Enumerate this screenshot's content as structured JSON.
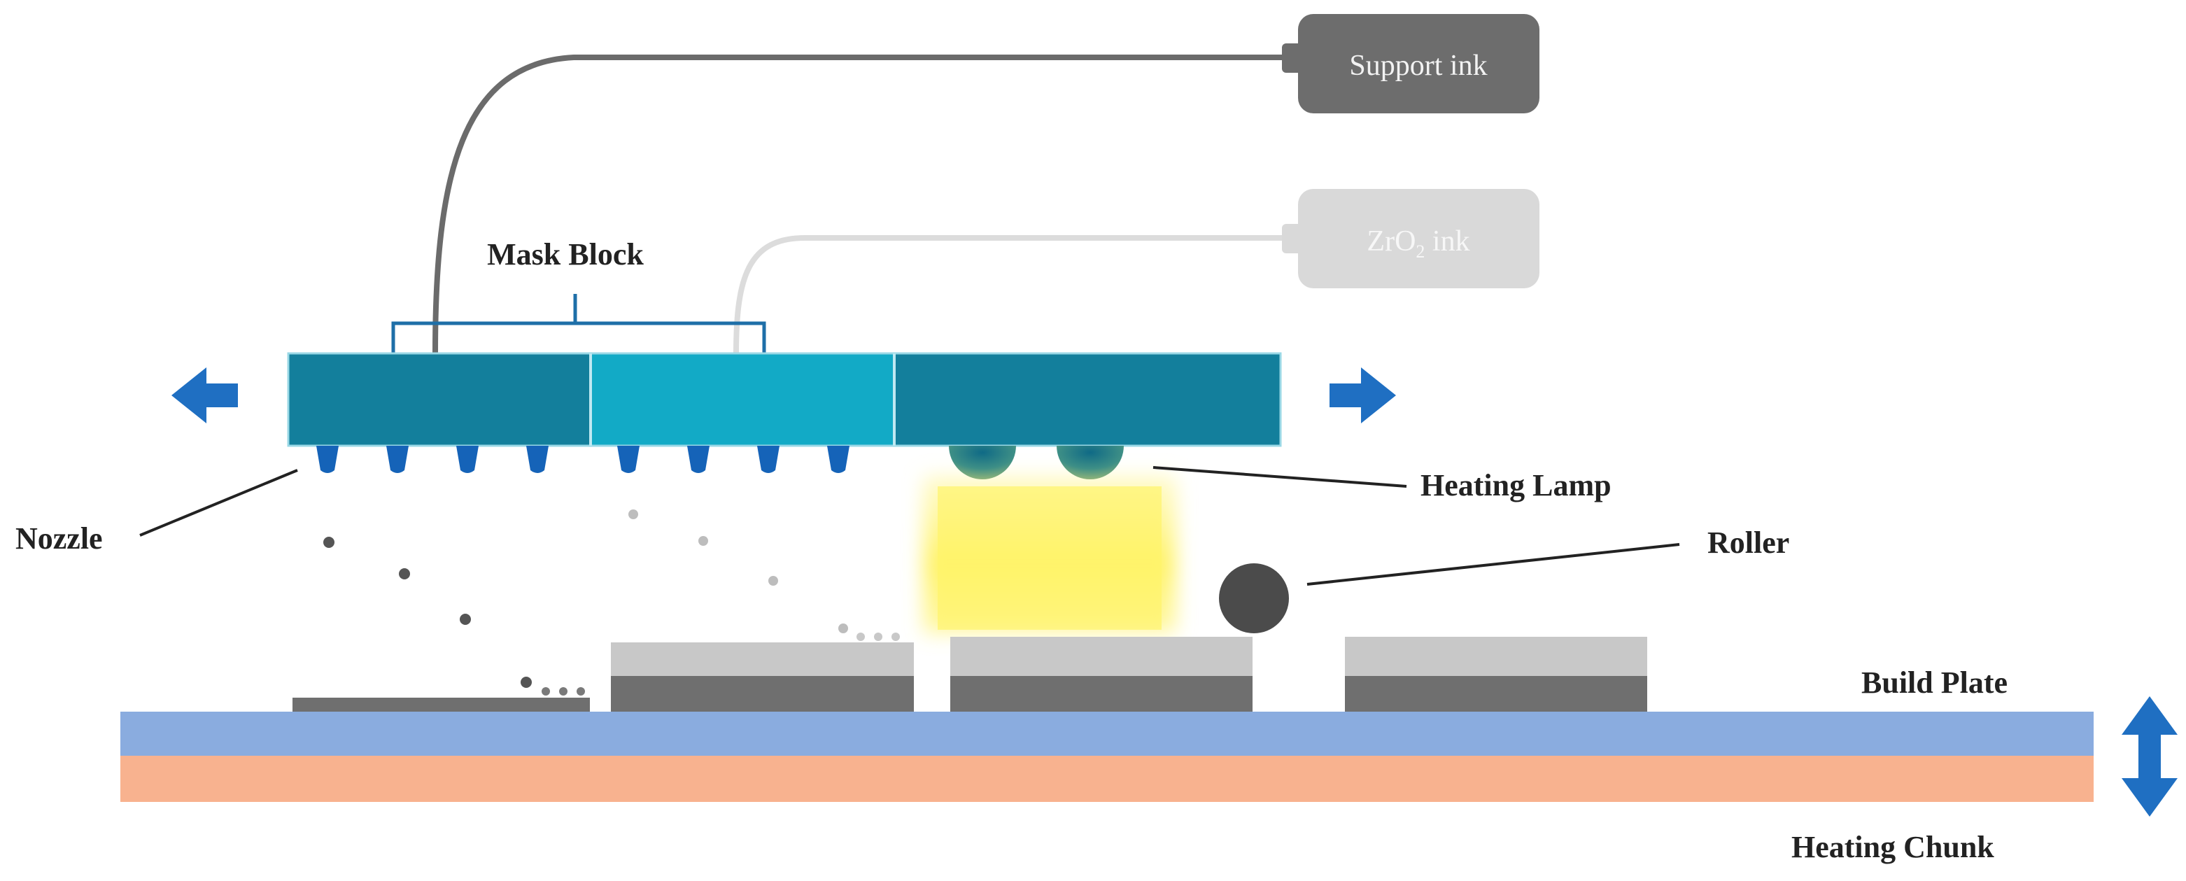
{
  "labels": {
    "support_ink": "Support ink",
    "zro2_ink_prefix": "ZrO",
    "zro2_ink_sub": "2",
    "zro2_ink_suffix": " ink",
    "mask_block": "Mask Block",
    "nozzle": "Nozzle",
    "heating_lamp": "Heating Lamp",
    "roller": "Roller",
    "build_plate": "Build Plate",
    "heating_chunk": "Heating Chunk"
  },
  "colors": {
    "support_ink_box": "#6d6d6d",
    "zro2_ink_box": "#d9d9d9",
    "print_head_left": "#137f9c",
    "print_head_middle": "#12aac6",
    "print_head_right": "#137f9c",
    "nozzle": "#1563b8",
    "arrow": "#1f6fc2",
    "lamp_light": "#fff36b",
    "roller": "#4b4b4b",
    "build_plate": "#8aacdf",
    "heating_chunk": "#f8b28f",
    "layer_light": "#c8c8c8",
    "layer_dark": "#6f6f6f"
  },
  "icons": {
    "left_arrow": "arrow-left-icon",
    "right_arrow": "arrow-right-icon",
    "vertical_arrow": "arrow-updown-icon"
  }
}
